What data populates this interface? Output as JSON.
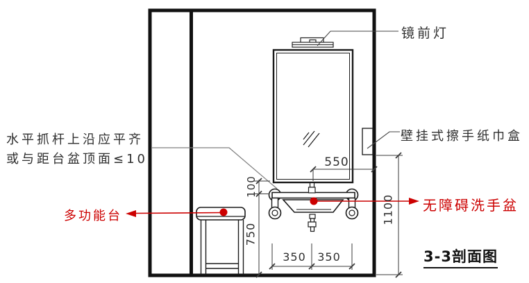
{
  "drawing": {
    "section_title": "3-3剖面图",
    "annotations": {
      "mirror_light": "镜前灯",
      "paper_towel_box": "壁挂式擦手纸巾盒",
      "accessible_washbasin": "无障碍洗手盆",
      "multifunction_table": "多功能台",
      "grab_bar_note_line1": "水平抓杆上沿应平齐",
      "grab_bar_note_line2": "或与距台盆顶面≤10"
    },
    "dimensions": {
      "faucet_to_wall": "550",
      "mirror_to_counter_gap": "100",
      "counter_height": "750",
      "basin_half_left": "350",
      "basin_half_right": "350",
      "dispenser_height": "1100"
    },
    "colors": {
      "line_black": "#1a1a1a",
      "annotation_red": "#cc0000",
      "leader_gray": "#7f7f7f",
      "dimension_gray": "#2e2e2e"
    }
  }
}
